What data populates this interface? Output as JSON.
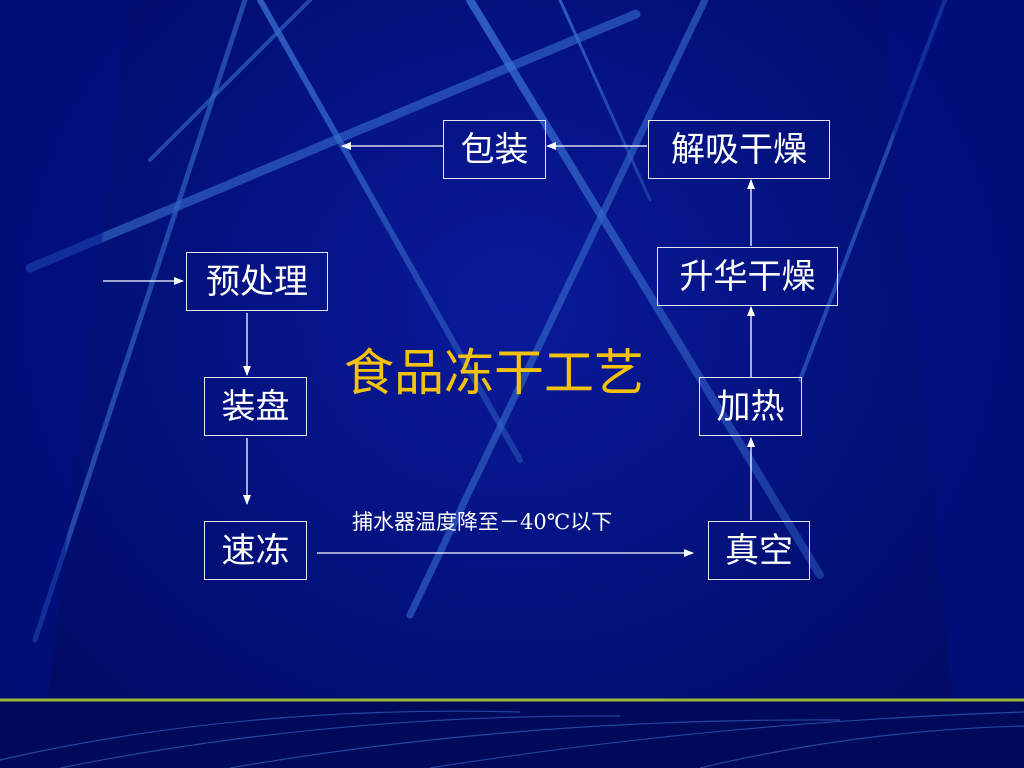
{
  "title": "食品冻干工艺",
  "steps": {
    "pretreatment": "预处理",
    "tray_loading": "装盘",
    "quick_freeze": "速冻",
    "vacuum": "真空",
    "heating": "加热",
    "sublimation_drying": "升华干燥",
    "desorption_drying": "解吸干燥",
    "packaging": "包装"
  },
  "note": "捕水器温度降至－40℃以下",
  "colors": {
    "background": "#021078",
    "title": "#f5c20a",
    "text": "#ffffff",
    "stroke": "#e6e6f0",
    "accent_line": "#9ab838"
  }
}
